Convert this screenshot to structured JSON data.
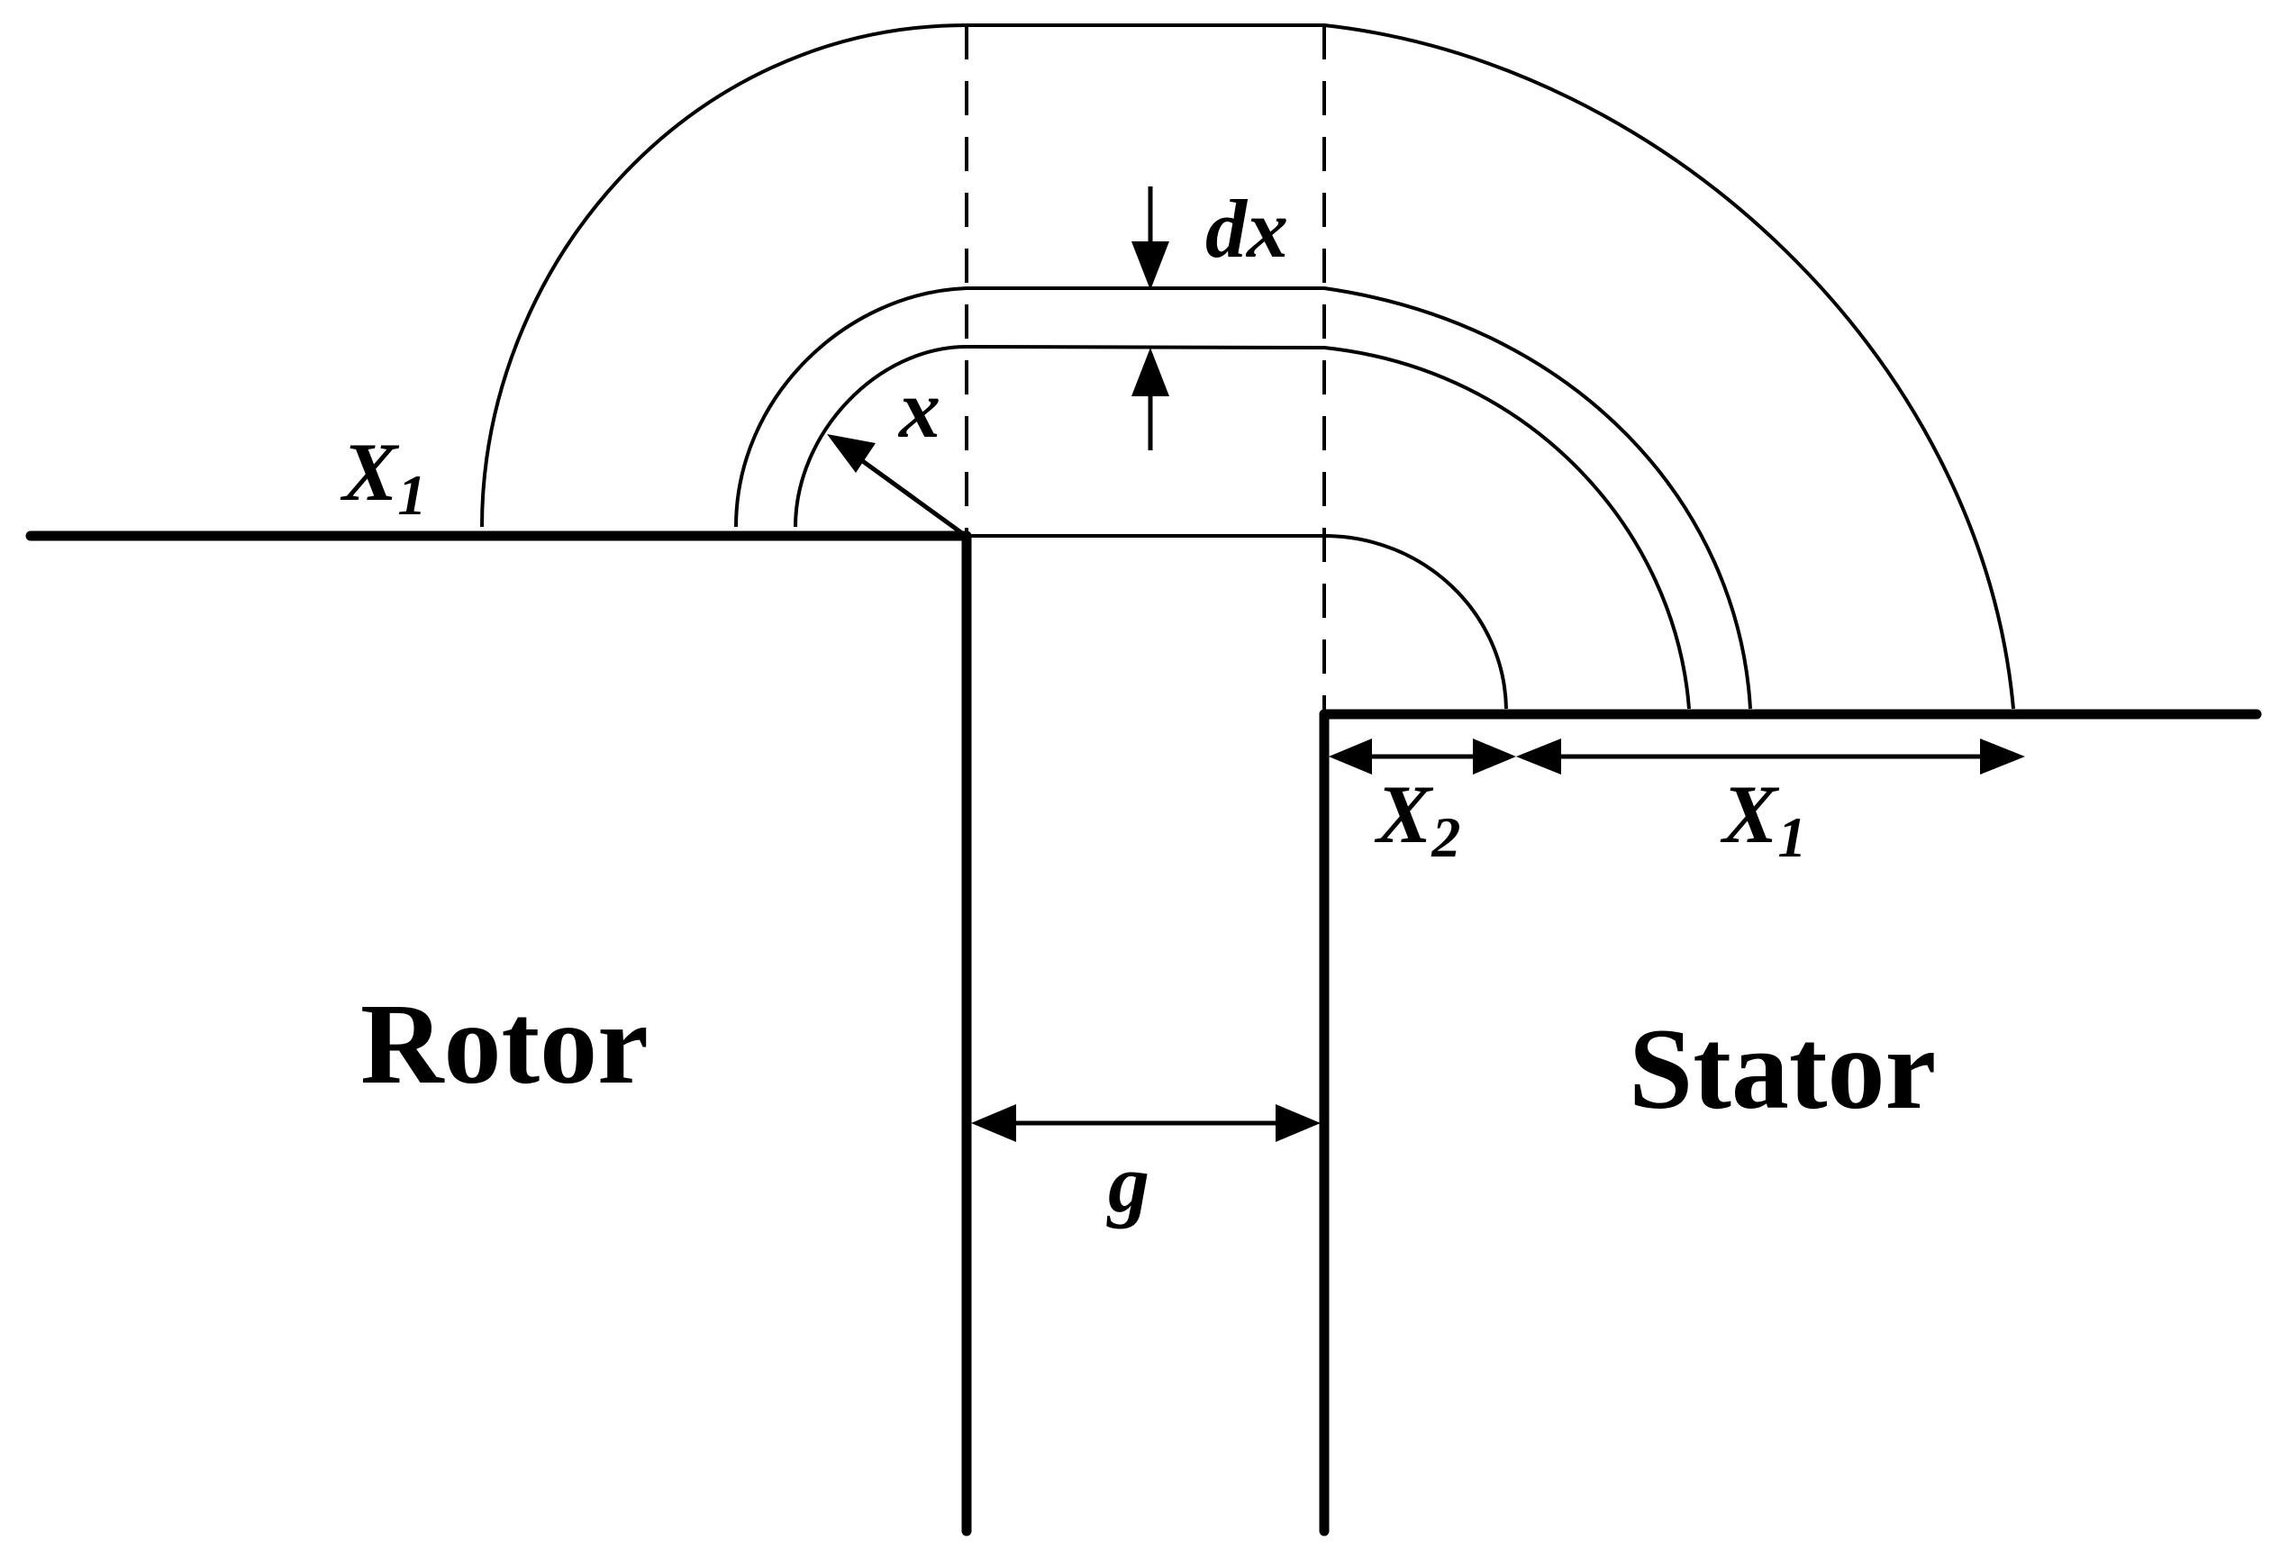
{
  "diagram": {
    "rotor_label": "Rotor",
    "stator_label": "Stator",
    "x_label": "x",
    "dx_label": "dx",
    "g_label": "g",
    "x1_label_left": {
      "main": "X",
      "sub": "1"
    },
    "x1_label_right": {
      "main": "X",
      "sub": "1"
    },
    "x2_label": {
      "main": "X",
      "sub": "2"
    }
  },
  "colors": {
    "stroke": "#000000",
    "background": "#ffffff"
  }
}
